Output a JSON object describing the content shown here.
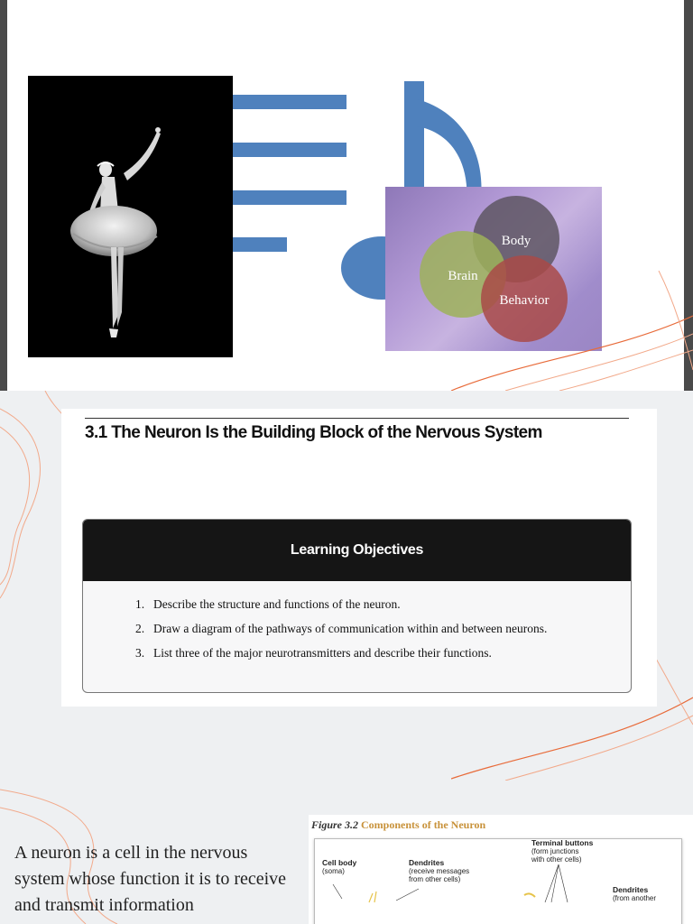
{
  "slide1": {
    "background_title": "od",
    "venn": {
      "circles": [
        "Body",
        "Brain",
        "Behavior"
      ]
    }
  },
  "slide2": {
    "title": "3.1 The Neuron Is the Building Block of the Nervous System",
    "objectives_heading": "Learning Objectives",
    "objectives": [
      {
        "num": "1.",
        "text": "Describe the structure and functions of the neuron."
      },
      {
        "num": "2.",
        "text": "Draw a diagram of the pathways of communication within and between neurons."
      },
      {
        "num": "3.",
        "text": "List three of the major neurotransmitters and describe their functions."
      }
    ]
  },
  "slide3": {
    "body_text": "A neuron is a cell in the nervous system whose function it is to receive and transmit information",
    "figure": {
      "label": "Figure 3.2",
      "title": "Components of the Neuron",
      "labels": {
        "cell_body": "Cell body",
        "cell_body_sub": "(soma)",
        "dendrites": "Dendrites",
        "dendrites_sub1": "(receive messages",
        "dendrites_sub2": "from other cells)",
        "terminal": "Terminal buttons",
        "terminal_sub1": "(form junctions",
        "terminal_sub2": "with other cells)",
        "dendrites2": "Dendrites",
        "dendrites2_sub": "(from another"
      }
    }
  },
  "colors": {
    "accent_blue": "#4f81bd",
    "deco_orange": "#e86b3a",
    "header_black": "#151515"
  }
}
